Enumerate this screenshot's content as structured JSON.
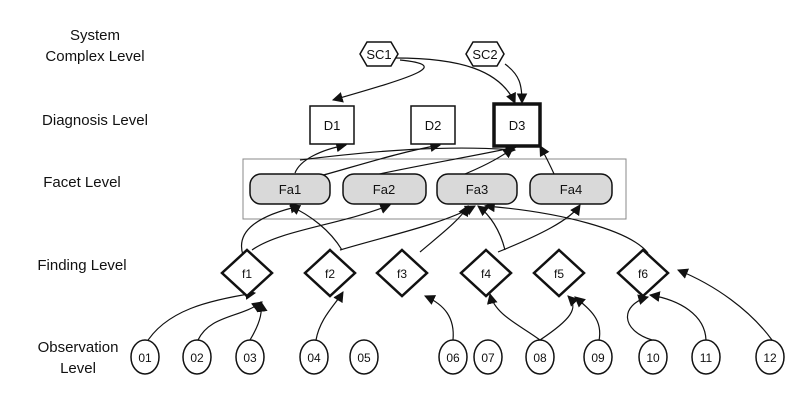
{
  "levels": {
    "system_line1": "System",
    "system_line2": "Complex Level",
    "diagnosis": "Diagnosis Level",
    "facet": "Facet Level",
    "finding": "Finding Level",
    "observation_line1": "Observation",
    "observation_line2": "Level"
  },
  "system_complexes": [
    "SC1",
    "SC2"
  ],
  "diagnoses": [
    "D1",
    "D2",
    "D3"
  ],
  "facets": [
    "Fa1",
    "Fa2",
    "Fa3",
    "Fa4"
  ],
  "findings": [
    "f1",
    "f2",
    "f3",
    "f4",
    "f5",
    "f6"
  ],
  "observations": [
    "01",
    "02",
    "03",
    "04",
    "05",
    "06",
    "07",
    "08",
    "09",
    "10",
    "11",
    "12"
  ],
  "colors": {
    "facet_fill": "#d9d9d9",
    "stroke": "#111111",
    "facet_group_border": "#888888"
  }
}
